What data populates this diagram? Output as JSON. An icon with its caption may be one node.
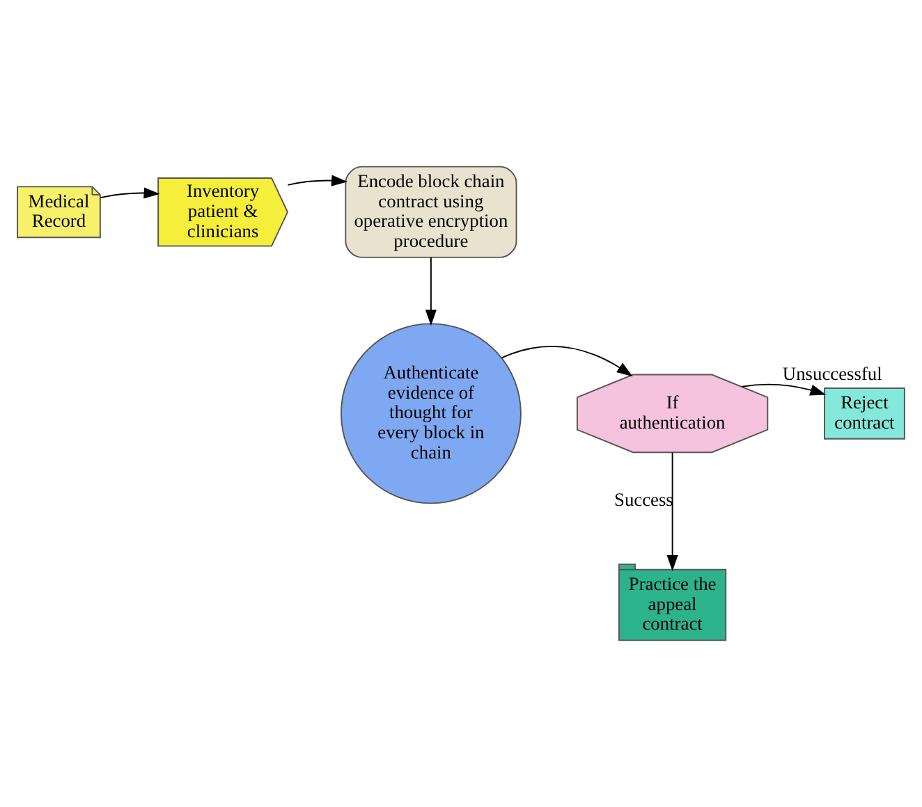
{
  "diagram": {
    "nodes": [
      {
        "text": [
          "Medical Record"
        ]
      },
      {
        "text": [
          "Inventory patient & clinicians"
        ]
      },
      {
        "text": [
          "Encode block chain contract using operative encryption procedure"
        ]
      },
      {
        "text": [
          "Authenticate evidence of thought for every block in chain"
        ]
      },
      {
        "text": [
          "If authentication"
        ]
      },
      {
        "text": [
          "Reject contract"
        ]
      },
      {
        "text": [
          "Practice the appeal contract"
        ]
      }
    ],
    "edges": [
      {
        "from": 0,
        "to": 1,
        "arrow": "to"
      },
      {
        "from": 1,
        "to": 2,
        "arrow": "to"
      },
      {
        "from": 2,
        "to": 3,
        "arrow": "to"
      },
      {
        "from": 3,
        "to": 4,
        "arrow": "to"
      },
      {
        "from": 4,
        "to": 5,
        "arrow": "to",
        "label": "Unsuccessful"
      },
      {
        "from": 4,
        "to": 6,
        "arrow": "to",
        "label": "Success"
      }
    ]
  }
}
